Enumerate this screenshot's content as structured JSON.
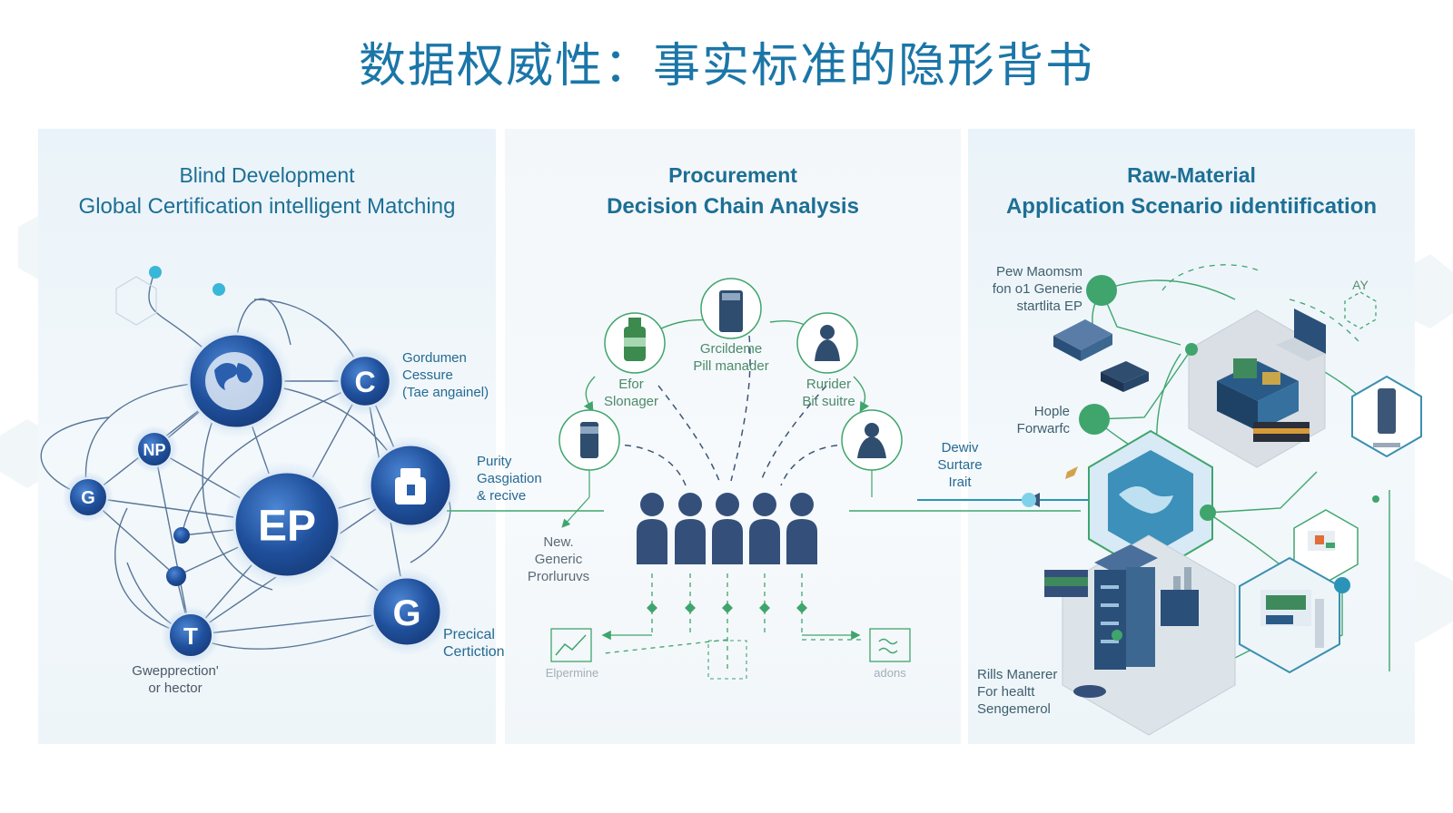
{
  "title": "数据权威性：事实标准的隐形背书",
  "panels": [
    {
      "heading_line1": "Blind Development",
      "heading_line2": "Global Certification intelligent Matching",
      "nodes": {
        "ep": "EP",
        "c": "C",
        "np": "NP",
        "g_left": "G",
        "g_right": "G",
        "t": "T"
      },
      "labels": {
        "gordumen": "Gordumen\nCessure\n(Tae angainel)",
        "purity": "Purity\nGasgiation\n& recive",
        "precical": "Precical\nCertiction",
        "gwepp": "Gwepprection'\nor hector"
      }
    },
    {
      "heading_line1": "Procurement",
      "heading_line2": "Decision Chain Analysis",
      "labels": {
        "grcildeme": "Grcildeme\nPill manader",
        "efor": "Efor\nSlonager",
        "rurider": "Rurider\nBit suitre",
        "new_generic": "New.\nGeneric\nProrluruvs",
        "elpermine": "Elpermine",
        "adons": "adons"
      }
    },
    {
      "heading_line1": "Raw-Material",
      "heading_line2": "Application Scenario ıidentiification",
      "labels": {
        "pew": "Pew Maomsm\nfon o1 Generie\nstartlita EP",
        "hople": "Hople\nForwarfc",
        "dewiv": "Dewiv\nSurtare\nIrait",
        "rills": "Rills Manerer\nFor healtt\nSengemerol",
        "ay": "AY"
      }
    }
  ],
  "colors": {
    "title": "#1b76a8",
    "heading": "#1d6f95",
    "node_blue": "#1f4f9b",
    "green": "#3fa56d",
    "navy": "#3c5677",
    "cyan": "#3ab6d8"
  },
  "icons": [
    "globe-icon",
    "vial-icon",
    "bottle-icon",
    "person-icon",
    "chart-icon",
    "wave-icon",
    "server-icon",
    "factory-icon"
  ]
}
